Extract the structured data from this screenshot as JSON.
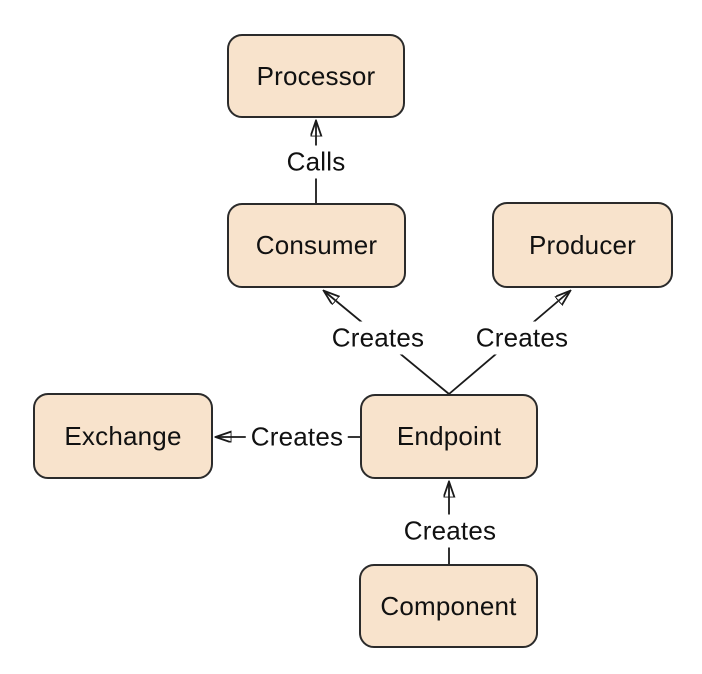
{
  "diagram": {
    "nodes": [
      {
        "id": "processor",
        "label": "Processor"
      },
      {
        "id": "consumer",
        "label": "Consumer"
      },
      {
        "id": "producer",
        "label": "Producer"
      },
      {
        "id": "exchange",
        "label": "Exchange"
      },
      {
        "id": "endpoint",
        "label": "Endpoint"
      },
      {
        "id": "component",
        "label": "Component"
      }
    ],
    "edges": [
      {
        "from": "consumer",
        "to": "processor",
        "label": "Calls"
      },
      {
        "from": "endpoint",
        "to": "consumer",
        "label": "Creates"
      },
      {
        "from": "endpoint",
        "to": "producer",
        "label": "Creates"
      },
      {
        "from": "endpoint",
        "to": "exchange",
        "label": "Creates"
      },
      {
        "from": "component",
        "to": "endpoint",
        "label": "Creates"
      }
    ],
    "colors": {
      "node_fill": "#f8e3cc",
      "node_border": "#2b2b2b",
      "arrow": "#1a1a1a",
      "text": "#111111",
      "background": "#ffffff"
    }
  }
}
